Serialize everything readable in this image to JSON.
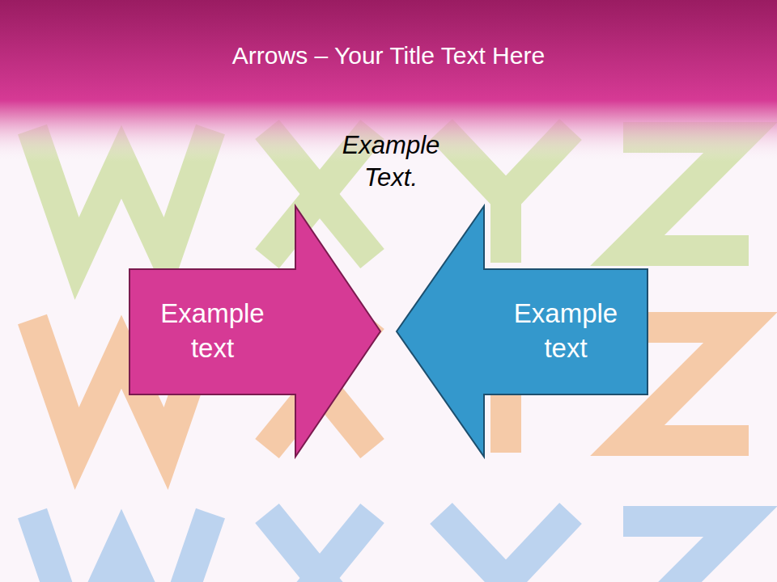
{
  "diagram": {
    "title": "Arrows – Your Title Text Here",
    "nodes": [
      {
        "text": [
          "Example text"
        ]
      },
      {
        "text": [
          "Example text"
        ]
      }
    ],
    "labels": [
      "Example Text."
    ]
  }
}
